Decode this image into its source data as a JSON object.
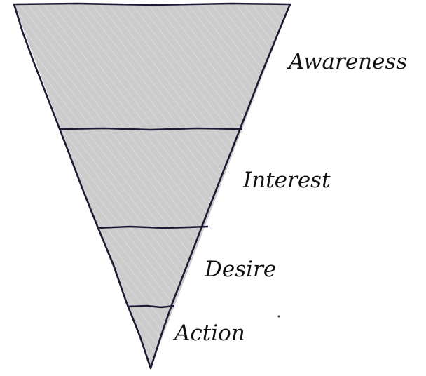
{
  "diagram": {
    "type": "funnel",
    "stages": [
      {
        "label": "Awareness"
      },
      {
        "label": "Interest"
      },
      {
        "label": "Desire"
      },
      {
        "label": "Action"
      }
    ],
    "colors": {
      "fill": "#cccccc",
      "outline": "#1b1b33",
      "hatch": "#ffffff"
    }
  }
}
